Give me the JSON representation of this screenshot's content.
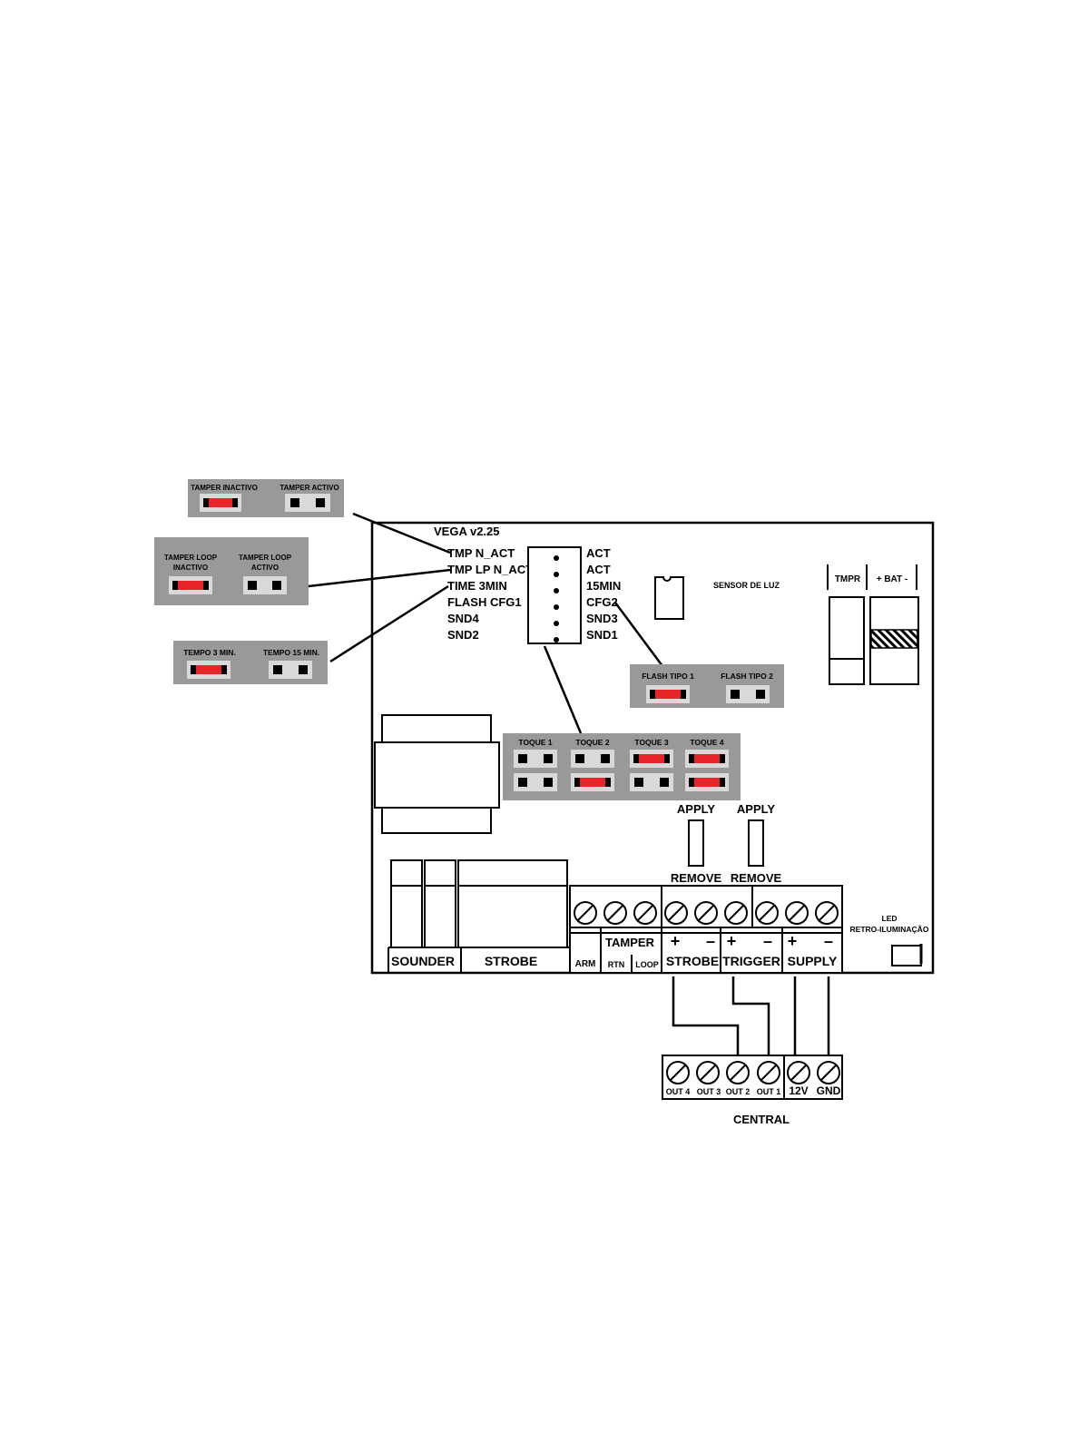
{
  "colors": {
    "panel": "#999999",
    "jumper_closed": "#e8242a",
    "pad_bg": "#d9d9d9",
    "ink": "#000000"
  },
  "board": {
    "title": "VEGA v2.25"
  },
  "callouts": {
    "tamper": {
      "left": "TAMPER INACTIVO",
      "right": "TAMPER ACTIVO"
    },
    "tamper_loop": {
      "left_1": "TAMPER LOOP",
      "left_2": "INACTIVO",
      "right_1": "TAMPER LOOP",
      "right_2": "ACTIVO"
    },
    "tempo": {
      "left": "TEMPO 3 MIN.",
      "right": "TEMPO 15 MIN."
    },
    "flash": {
      "left": "FLASH TIPO 1",
      "right": "FLASH TIPO 2"
    },
    "toque": [
      "TOQUE 1",
      "TOQUE 2",
      "TOQUE 3",
      "TOQUE 4"
    ]
  },
  "dip_labels_left": [
    "TMP N_ACT",
    "TMP LP N_ACT",
    "TIME 3MIN",
    "FLASH CFG1",
    "SND4",
    "SND2"
  ],
  "dip_labels_right": [
    "ACT",
    "ACT",
    "15MIN",
    "CFG2",
    "SND3",
    "SND1"
  ],
  "sensor_label": "SENSOR DE LUZ",
  "tmpr_label": "TMPR",
  "bat_label": "+ BAT -",
  "apply_remove": {
    "apply": "APPLY",
    "remove": "REMOVE"
  },
  "led_label": {
    "line1": "LED",
    "line2": "RETRO-ILUMINAÇÃO"
  },
  "bottom_blocks": {
    "sounder": "SOUNDER",
    "strobe": "STROBE"
  },
  "terminals": {
    "arm": "ARM",
    "tamper": "TAMPER",
    "rtn": "RTN",
    "loop": "LOOP",
    "strobe": "STROBE",
    "trigger": "TRIGGER",
    "supply": "SUPPLY",
    "plus": "+",
    "minus": "–"
  },
  "central": {
    "label": "CENTRAL",
    "terminals": [
      "OUT 4",
      "OUT 3",
      "OUT 2",
      "OUT 1",
      "12V",
      "GND"
    ]
  }
}
